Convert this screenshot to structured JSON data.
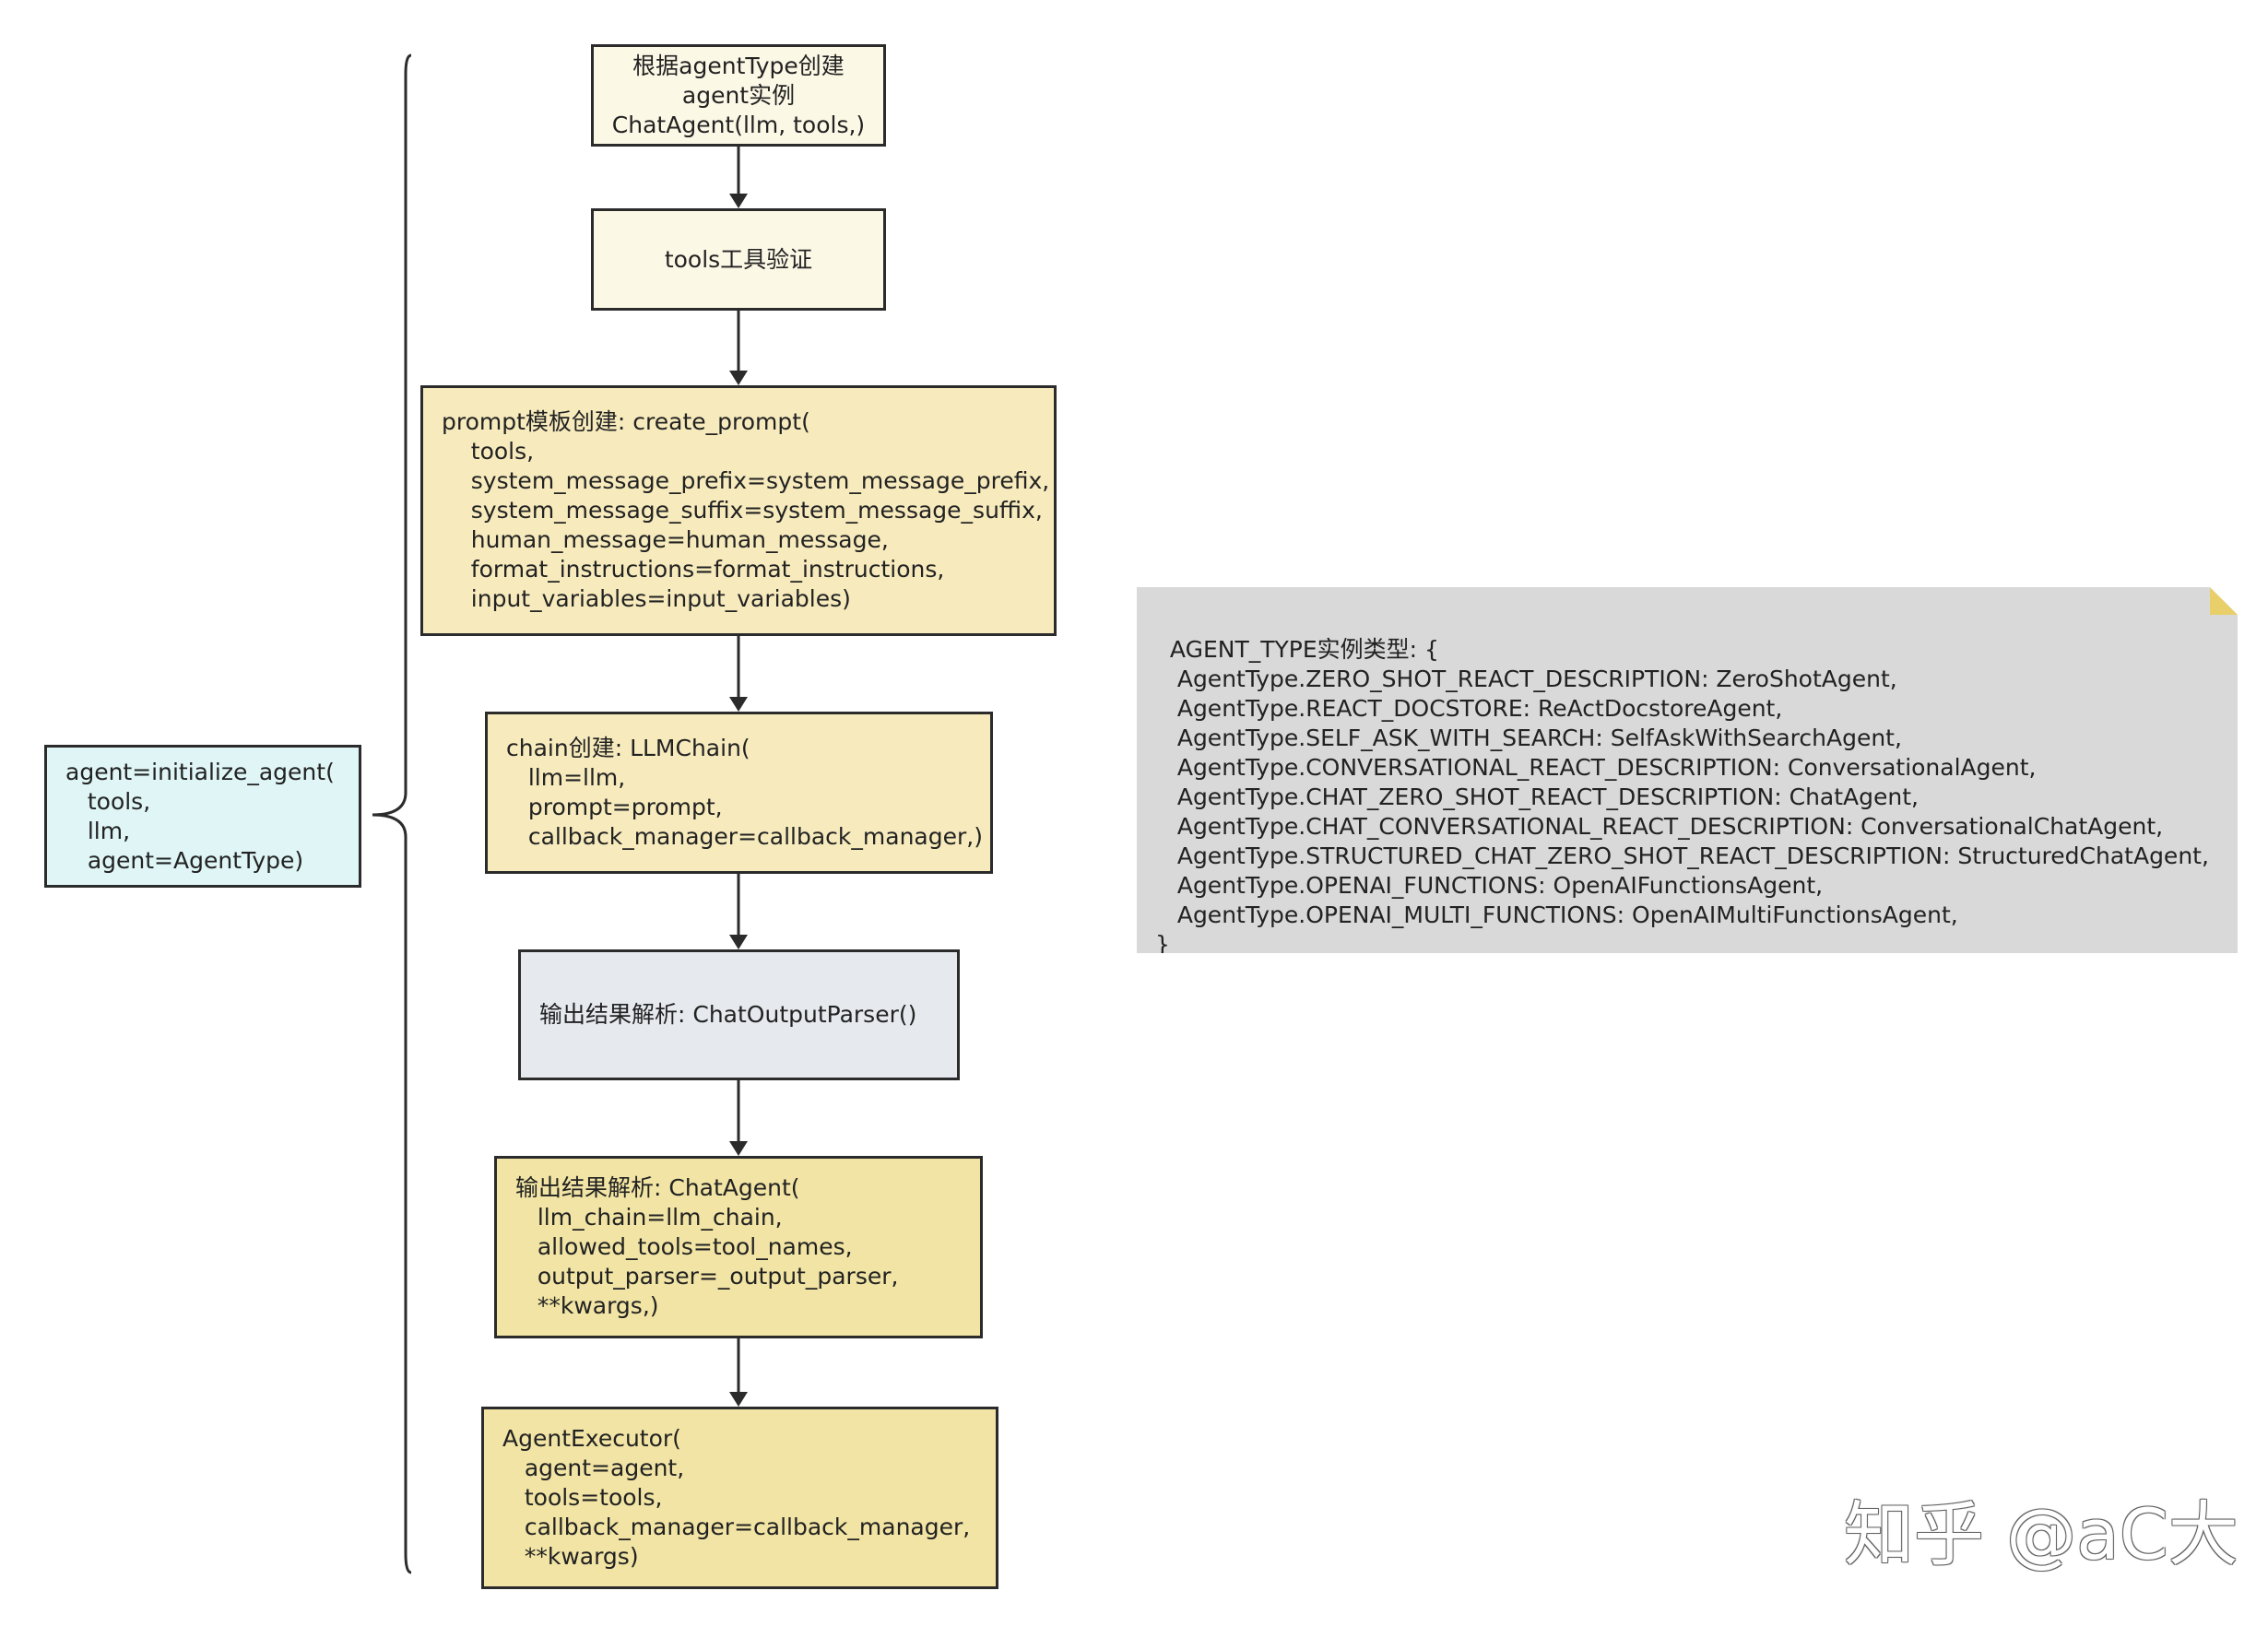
{
  "diagram": {
    "nodes": {
      "create_instance": "根据agentType创建\nagent实例\nChatAgent(llm, tools,)",
      "tools_validate": "tools工具验证",
      "prompt_create": "prompt模板创建: create_prompt(\n    tools,\n    system_message_prefix=system_message_prefix,\n    system_message_suffix=system_message_suffix,\n    human_message=human_message,\n    format_instructions=format_instructions,\n    input_variables=input_variables)",
      "chain_create": "chain创建: LLMChain(\n   llm=llm,\n   prompt=prompt,\n   callback_manager=callback_manager,)",
      "output_parser": "输出结果解析: ChatOutputParser()",
      "chat_agent": "输出结果解析: ChatAgent(\n   llm_chain=llm_chain,\n   allowed_tools=tool_names,\n   output_parser=_output_parser,\n   **kwargs,)",
      "agent_executor": "AgentExecutor(\n   agent=agent,\n   tools=tools,\n   callback_manager=callback_manager,\n   **kwargs)",
      "initialize_agent": "agent=initialize_agent(\n   tools,\n   llm,\n   agent=AgentType)"
    },
    "note": "AGENT_TYPE实例类型: {\n   AgentType.ZERO_SHOT_REACT_DESCRIPTION: ZeroShotAgent,\n   AgentType.REACT_DOCSTORE: ReActDocstoreAgent,\n   AgentType.SELF_ASK_WITH_SEARCH: SelfAskWithSearchAgent,\n   AgentType.CONVERSATIONAL_REACT_DESCRIPTION: ConversationalAgent,\n   AgentType.CHAT_ZERO_SHOT_REACT_DESCRIPTION: ChatAgent,\n   AgentType.CHAT_CONVERSATIONAL_REACT_DESCRIPTION: ConversationalChatAgent,\n   AgentType.STRUCTURED_CHAT_ZERO_SHOT_REACT_DESCRIPTION: StructuredChatAgent,\n   AgentType.OPENAI_FUNCTIONS: OpenAIFunctionsAgent,\n   AgentType.OPENAI_MULTI_FUNCTIONS: OpenAIMultiFunctionsAgent,\n}"
  },
  "watermark": "知乎 @aC大",
  "colors": {
    "node_light_yellow": "#fcf8e6",
    "node_yellow": "#f7ebbd",
    "node_gold": "#f1e4a4",
    "node_gray": "#e6e9ee",
    "node_cyan": "#dff5f6",
    "note_gray": "#d9d9d9",
    "border": "#2b2b2b"
  }
}
